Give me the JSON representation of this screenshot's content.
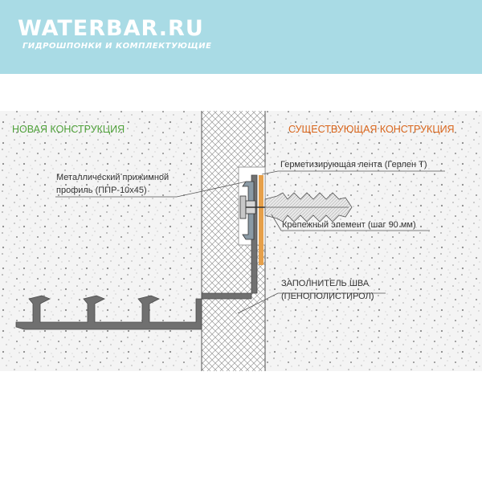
{
  "header": {
    "brand": "WATERBAR.RU",
    "tagline": "ГИДРОШПОНКИ И КОМПЛЕКТУЮЩИЕ",
    "background_color": "#a9dbe5"
  },
  "sections": {
    "new": "НОВАЯ КОНСТРУКЦИЯ",
    "existing": "СУЩЕСТВУЮЩАЯ КОНСТРУКЦИЯ"
  },
  "labels": {
    "profile_line1": "Металлический прижимной",
    "profile_line2": "профиль  (ППР-10х45)",
    "tape": "Герметизирующая лента  (Герлен Т)",
    "fastener": "Крепежный элемент (шаг 90 мм)",
    "filler_line1": "ЗАПОЛНИТЕЛЬ  ШВА",
    "filler_line2": "(ПЕНОПОЛИСТИРОЛ)"
  },
  "colors": {
    "new_section": "#4fa13a",
    "existing_section": "#d9651b",
    "waterstop": "#707070",
    "tape": "#e6a04a"
  }
}
